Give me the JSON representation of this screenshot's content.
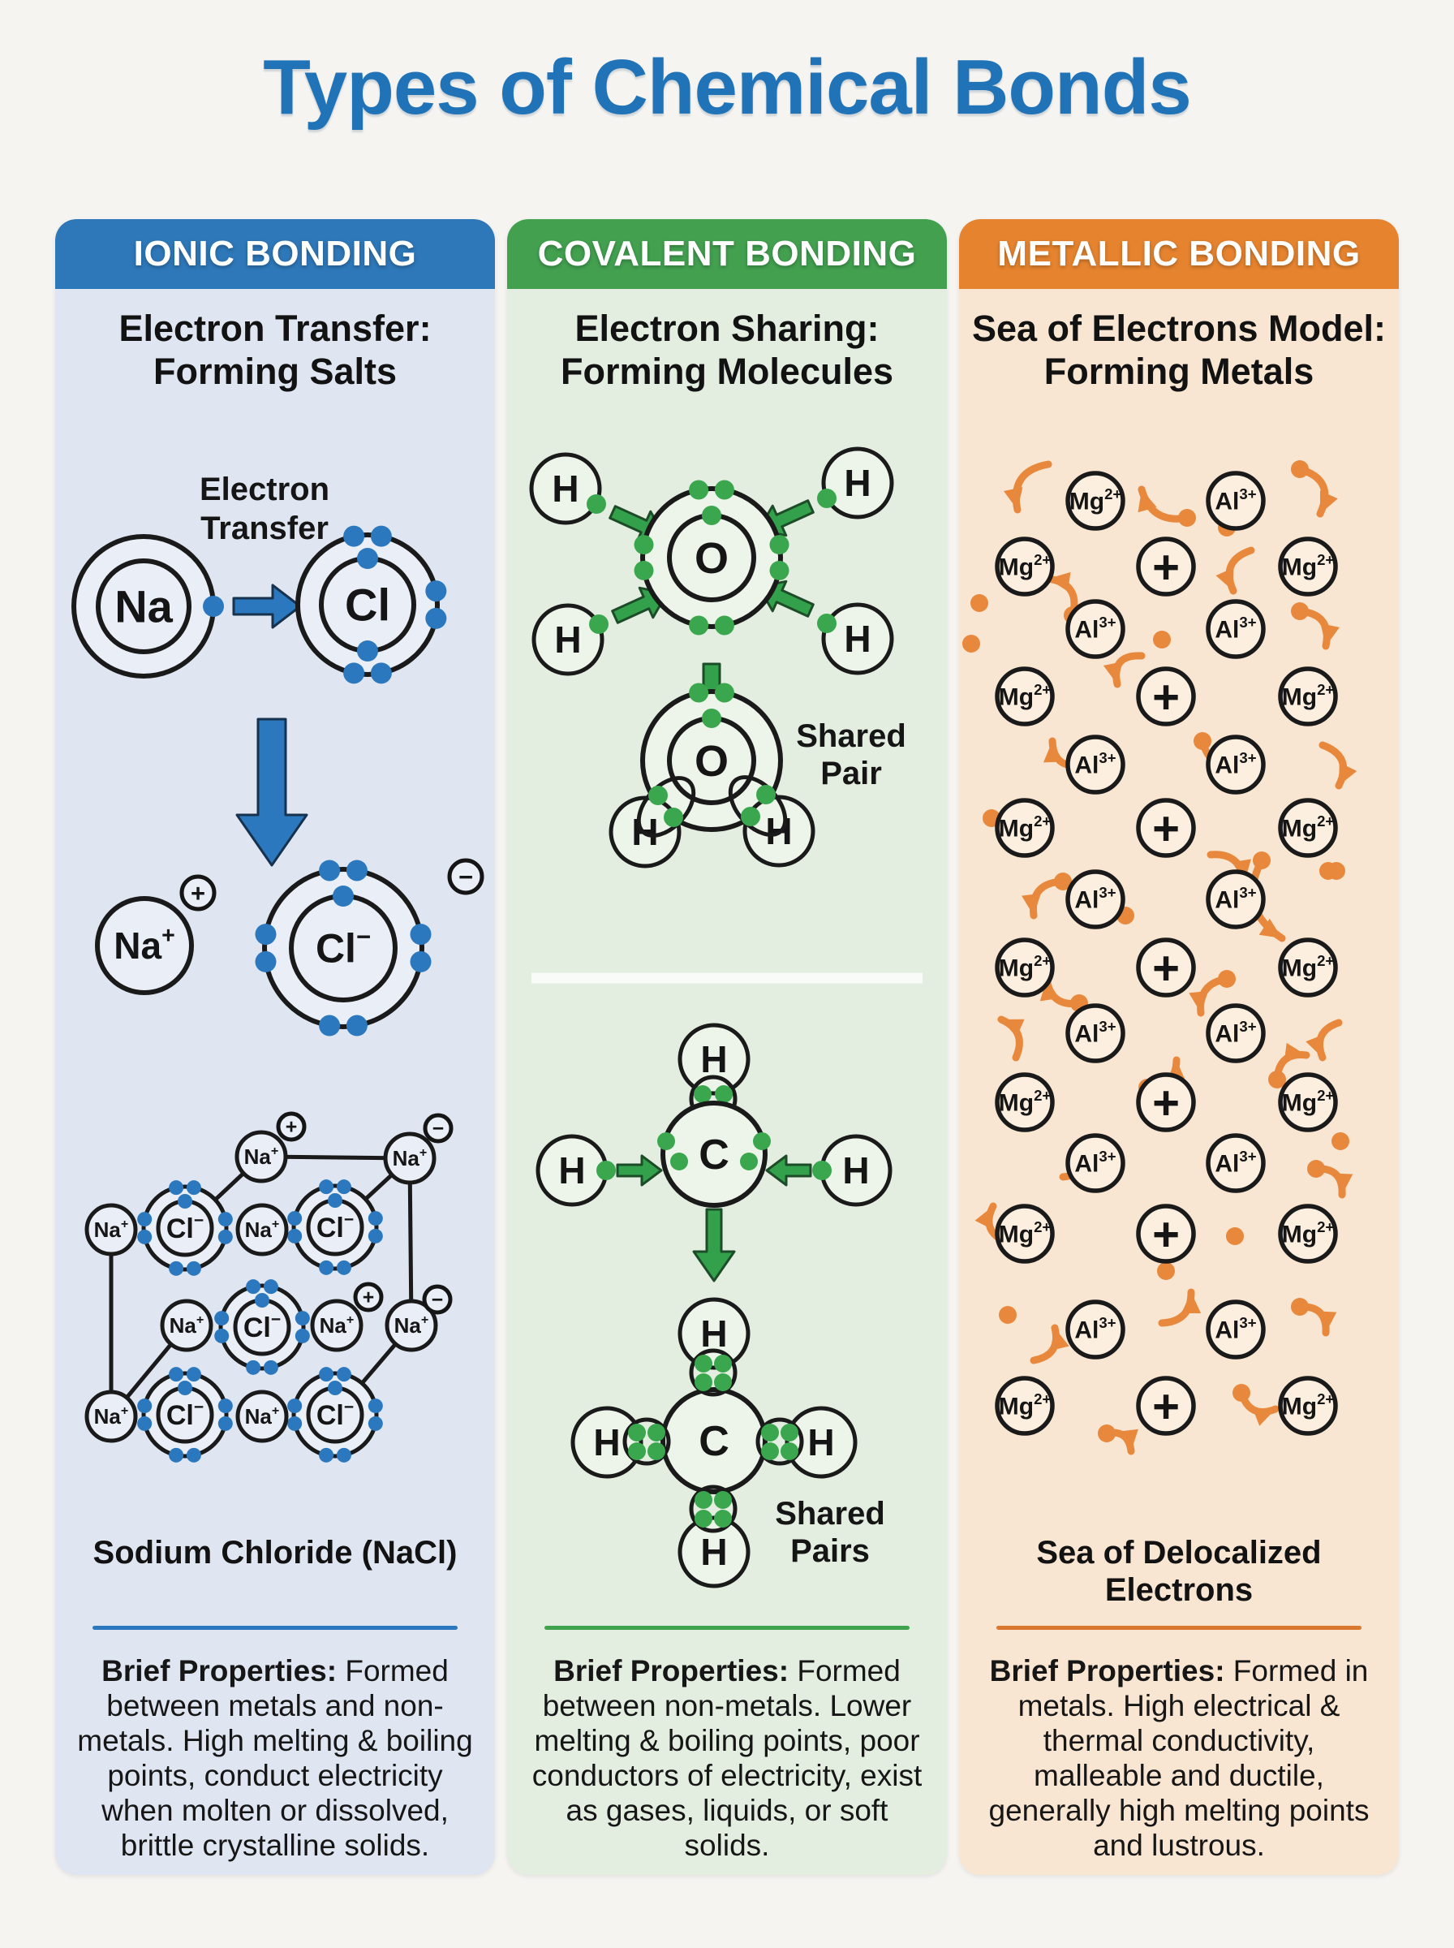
{
  "title": "Types of Chemical Bonds",
  "columns": [
    {
      "id": "ionic",
      "header": "IONIC BONDING",
      "subtitle": "Electron Transfer:\nForming Salts",
      "caption": "Sodium Chloride (NaCl)",
      "properties_label": "Brief Properties:",
      "properties_text": " Formed between metals and non-metals. High melting & boiling points, conduct electricity when molten or dissolved, brittle crystalline solids.",
      "colors": {
        "header": "#2e77b8",
        "panel": "#dfe6f1",
        "accent": "#2b78be",
        "electron": "#2b78be",
        "circle_fill": "#e9eef7"
      },
      "diagram": {
        "transfer_label": "Electron\nTransfer",
        "sodium": "Na",
        "chlorine": "Cl",
        "sodium_ion": {
          "base": "Na",
          "sup": "+"
        },
        "chloride_ion": {
          "base": "Cl",
          "sup": "−"
        },
        "plus_badge": "+",
        "minus_badge": "−"
      }
    },
    {
      "id": "covalent",
      "header": "COVALENT BONDING",
      "subtitle": "Electron Sharing:\nForming Molecules",
      "properties_label": "Brief Properties:",
      "properties_text": " Formed between non-metals. Lower melting & boiling points, poor conductors of electricity, exist as gases, liquids, or soft solids.",
      "colors": {
        "header": "#42a04f",
        "panel": "#e3eee1",
        "accent": "#3fa34d",
        "electron": "#3aa74f",
        "circle_fill": "#edf5ea"
      },
      "diagram": {
        "hydrogen": "H",
        "oxygen": "O",
        "carbon": "C",
        "shared_pair_label": "Shared\nPair",
        "shared_pairs_label": "Shared\nPairs"
      }
    },
    {
      "id": "metallic",
      "header": "METALLIC BONDING",
      "subtitle": "Sea of Electrons Model:\nForming Metals",
      "caption": "Sea of Delocalized\nElectrons",
      "properties_label": "Brief Properties:",
      "properties_text": " Formed in metals. High electrical & thermal conductivity, malleable and ductile, generally high melting points and lustrous.",
      "colors": {
        "header": "#e5832e",
        "panel": "#f9e6d2",
        "accent": "#d9782e",
        "electron": "#e8883c",
        "circle_fill": "#fcefe0"
      },
      "diagram": {
        "magnesium_ion": {
          "base": "Mg",
          "sup": "2+"
        },
        "aluminium_ion": {
          "base": "Al",
          "sup": "3+"
        },
        "cation": "+"
      }
    }
  ]
}
